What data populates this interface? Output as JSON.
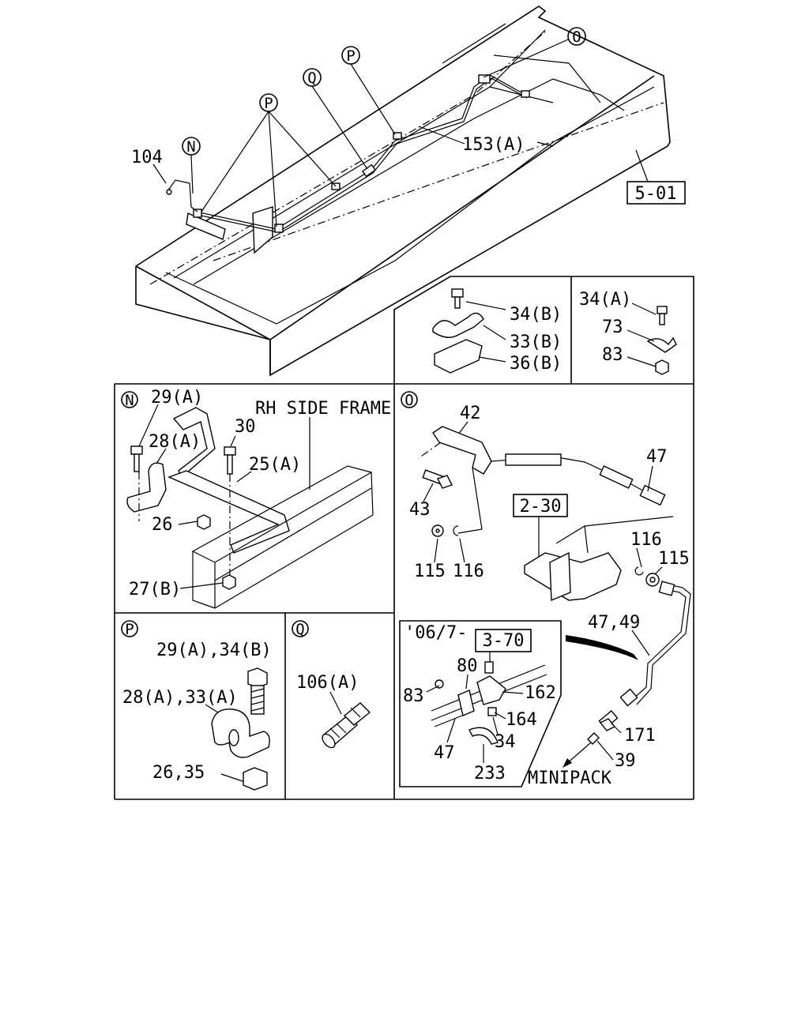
{
  "callouts": {
    "n": "N",
    "o": "O",
    "p": "P",
    "q": "Q"
  },
  "overview": {
    "ref_5_01": "5-01",
    "lbl_104": "104",
    "lbl_153a": "153(A)"
  },
  "panel_b": {
    "lbl_34b": "34(B)",
    "lbl_33b": "33(B)",
    "lbl_36b": "36(B)",
    "lbl_34a": "34(A)",
    "lbl_73": "73",
    "lbl_83": "83"
  },
  "panel_n": {
    "lbl_29a": "29(A)",
    "lbl_28a": "28(A)",
    "lbl_30": "30",
    "lbl_25a": "25(A)",
    "lbl_26": "26",
    "lbl_27b": "27(B)",
    "rh_side_frame": "RH SIDE FRAME"
  },
  "panel_o": {
    "lbl_42": "42",
    "lbl_47": "47",
    "lbl_43": "43",
    "ref_2_30": "2-30",
    "lbl_115": "115",
    "lbl_116": "116",
    "lbl_115_b": "115",
    "lbl_116_b": "116",
    "lbl_47_49": "47,49",
    "lbl_171": "171",
    "lbl_39": "39",
    "minipack": "MINIPACK"
  },
  "inset": {
    "date": "'06/7-",
    "ref_3_70": "3-70",
    "lbl_80": "80",
    "lbl_83": "83",
    "lbl_162": "162",
    "lbl_164": "164",
    "lbl_34": "34",
    "lbl_47": "47",
    "lbl_233": "233"
  },
  "panel_p": {
    "lbl_top": "29(A),34(B)",
    "lbl_mid": "28(A),33(A)",
    "lbl_bot": "26,35"
  },
  "panel_q": {
    "lbl_106a": "106(A)"
  }
}
